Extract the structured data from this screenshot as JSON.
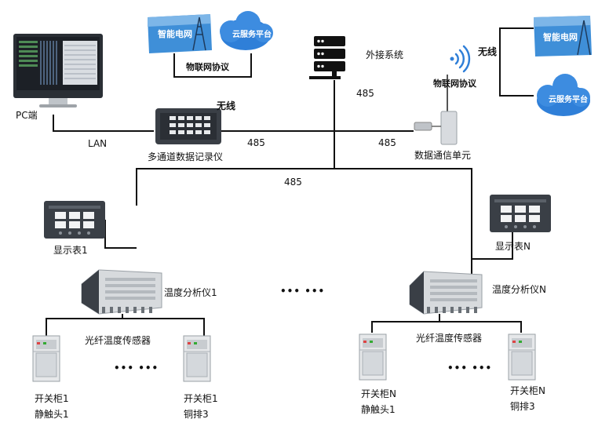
{
  "labels": {
    "pc": "PC端",
    "lan": "LAN",
    "logger": "多通道数据记录仪",
    "wireless_left": "无线",
    "iot_protocol_left": "物联网协议",
    "external_system": "外接系统",
    "wireless_right": "无线",
    "iot_protocol_right": "物联网协议",
    "dtu": "数据通信单元",
    "bus_logger": "485",
    "bus_dtu": "485",
    "bus_server": "485",
    "bus_main": "485",
    "display_1": "显示表1",
    "display_n": "显示表N",
    "analyzer_1": "温度分析仪1",
    "analyzer_n": "温度分析仪N",
    "ellipsis_mid": "••• •••",
    "sensor_left": "光纤温度传感器",
    "sensor_right": "光纤温度传感器",
    "ellipsis_left": "••• •••",
    "ellipsis_right": "••• •••",
    "cab_1a_l1": "开关柜1",
    "cab_1a_l2": "静触头1",
    "cab_1b_l1": "开关柜1",
    "cab_1b_l2": "铜排3",
    "cab_na_l1": "开关柜N",
    "cab_na_l2": "静触头1",
    "cab_nb_l1": "开关柜N",
    "cab_nb_l2": "铜排3"
  },
  "chips": {
    "grid_left": "智能电网",
    "cloud_left": "云服务平台",
    "grid_right": "智能电网",
    "cloud_right": "云服务平台"
  },
  "colors": {
    "line": "#111111",
    "sky": "#4a90d6",
    "cloud": "#2f7fd8",
    "device_dark": "#3a3f46",
    "cabinet": "#e6e8ea"
  }
}
